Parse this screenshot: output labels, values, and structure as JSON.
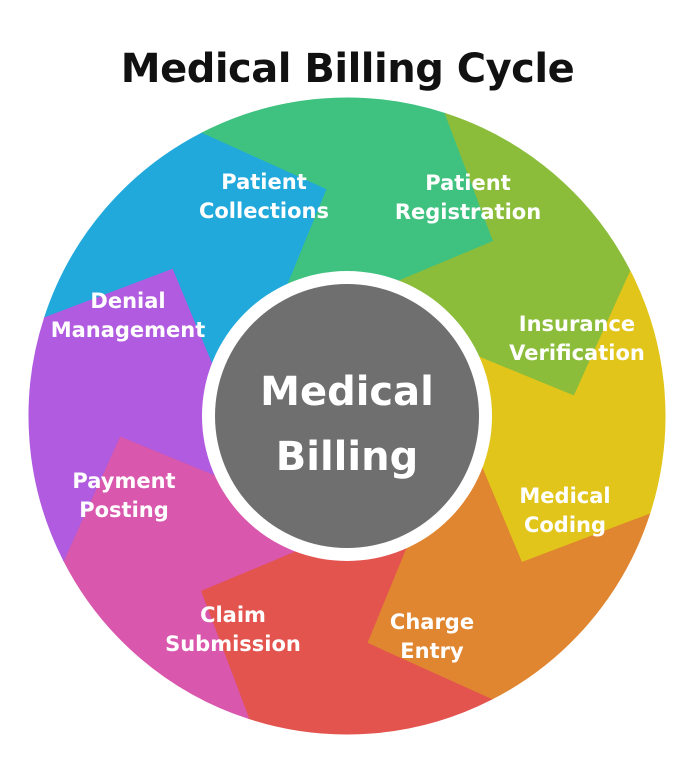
{
  "title": "Medical Billing Cycle",
  "center": {
    "lines": [
      "Medical",
      "Billing"
    ],
    "color": "#6f6f6f"
  },
  "segments": [
    {
      "name": "patient-registration",
      "lines": [
        "Patient",
        "Registration"
      ],
      "color": "#22a9dc"
    },
    {
      "name": "insurance-verification",
      "lines": [
        "Insurance",
        "Verification"
      ],
      "color": "#3fc27f"
    },
    {
      "name": "medical-coding",
      "lines": [
        "Medical",
        "Coding"
      ],
      "color": "#8bbd3b"
    },
    {
      "name": "charge-entry",
      "lines": [
        "Charge",
        "Entry"
      ],
      "color": "#e2c51a"
    },
    {
      "name": "claim-submission",
      "lines": [
        "Claim",
        "Submission"
      ],
      "color": "#e08530"
    },
    {
      "name": "payment-posting",
      "lines": [
        "Payment",
        "Posting"
      ],
      "color": "#e3544f"
    },
    {
      "name": "denial-management",
      "lines": [
        "Denial",
        "Management"
      ],
      "color": "#d957ac"
    },
    {
      "name": "patient-collections",
      "lines": [
        "Patient",
        "Collections"
      ],
      "color": "#b05be0"
    }
  ]
}
